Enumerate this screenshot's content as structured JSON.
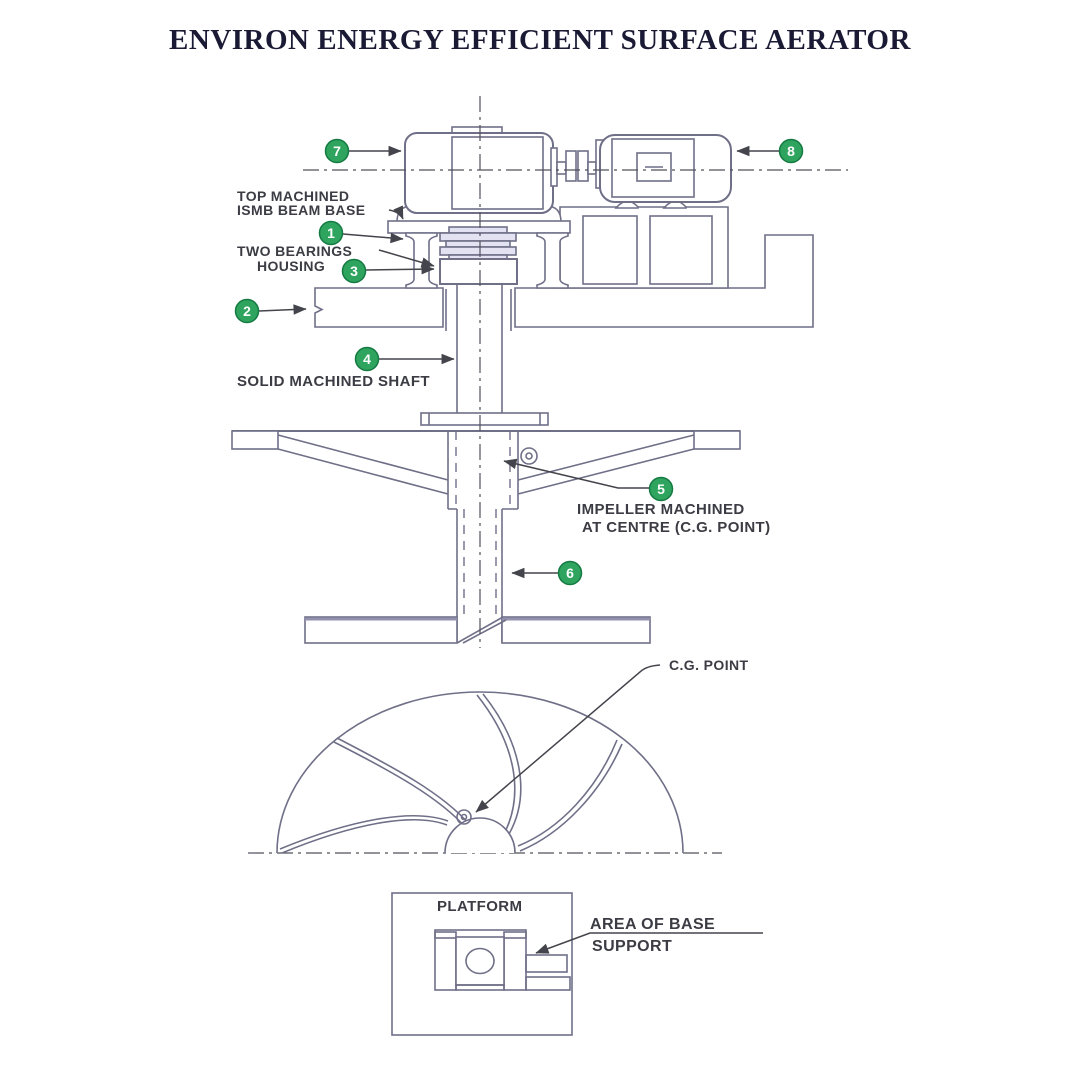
{
  "title": "ENVIRON ENERGY EFFICIENT SURFACE AERATOR",
  "diagram": {
    "callouts": [
      "1",
      "2",
      "3",
      "4",
      "5",
      "6",
      "7",
      "8"
    ],
    "labels": {
      "top_machined_l1": "TOP MACHINED",
      "top_machined_l2": "ISMB BEAM BASE",
      "bearings_l1": "TWO BEARINGS",
      "bearings_l2": "HOUSING",
      "solid_shaft": "SOLID MACHINED SHAFT",
      "impeller_l1": "IMPELLER MACHINED",
      "impeller_l2": "AT CENTRE (C.G. POINT)",
      "cg_point": "C.G. POINT",
      "platform": "PLATFORM",
      "area_l1": "AREA OF BASE",
      "area_l2": "SUPPORT"
    }
  },
  "colors": {
    "accent_green": "#2fa45f",
    "accent_green_dark": "#147a42",
    "drawing_line": "#6f6f88",
    "leader_line": "#44444c",
    "label_text": "#3c3c44",
    "title_text": "#1a1a35",
    "fin_line": "#9a9abd",
    "flange_fill": "#e2e2f2"
  }
}
